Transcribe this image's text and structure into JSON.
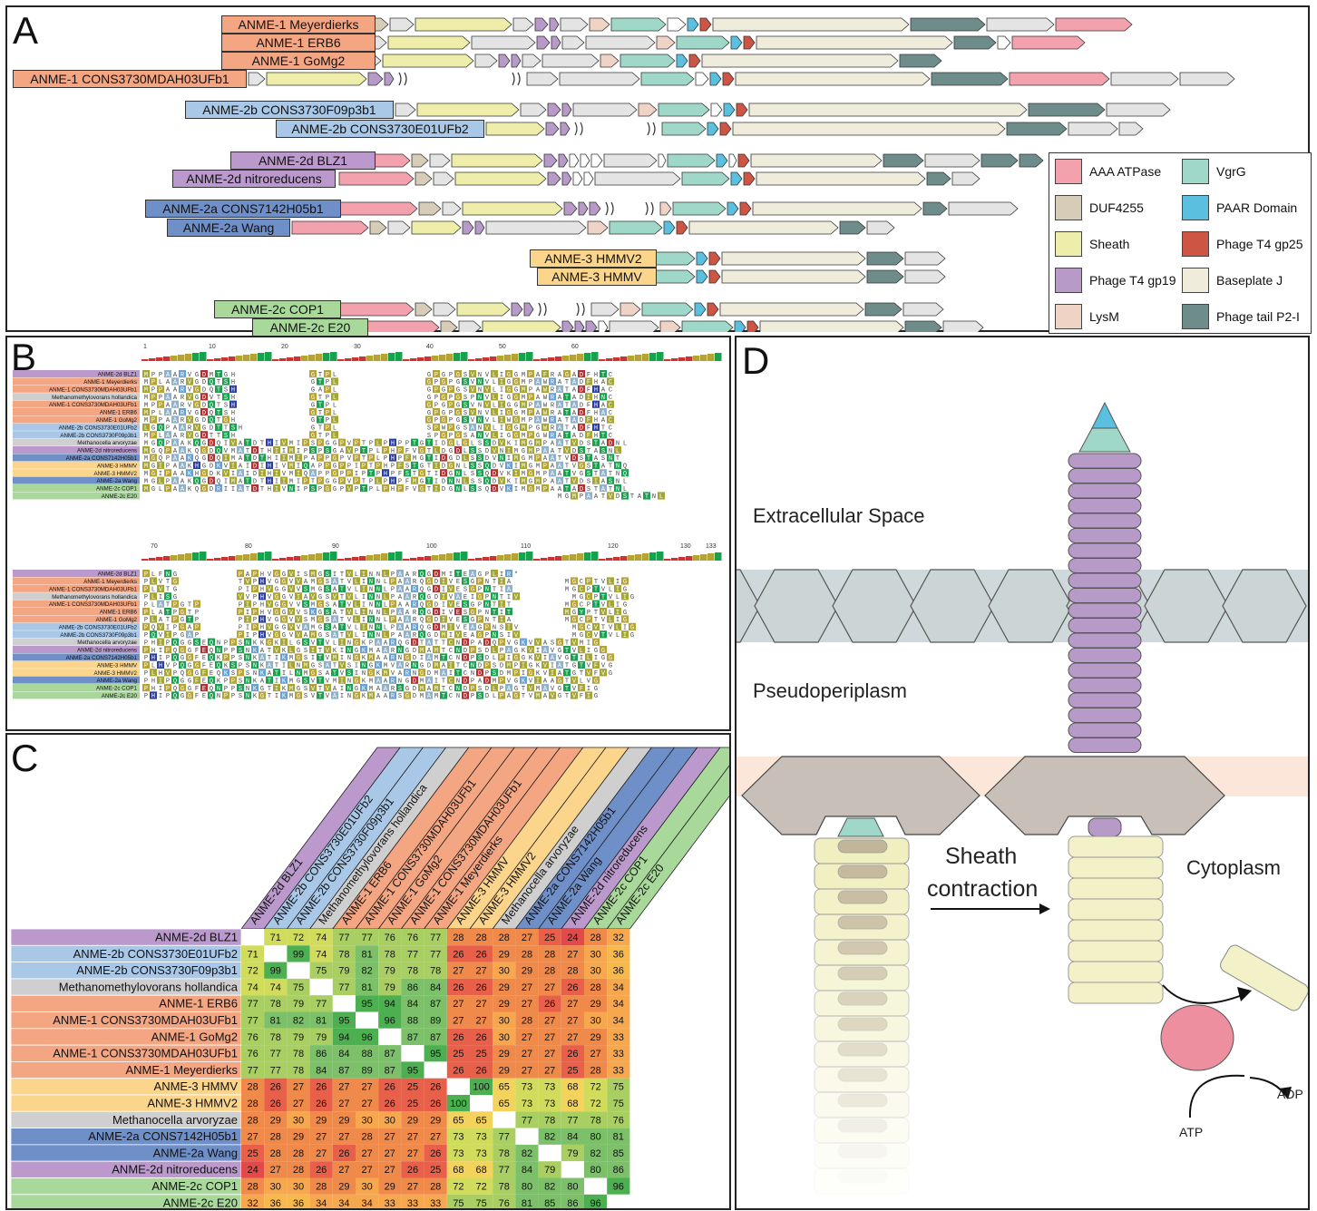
{
  "panel_labels": {
    "a": "A",
    "b": "B",
    "c": "C",
    "d": "D"
  },
  "colors": {
    "aaa": "#f2a1ad",
    "duf": "#d6ccb8",
    "sheath": "#eeeeaa",
    "gp19": "#b79ac8",
    "lysm": "#efd3c4",
    "vgrg": "#9fd8c9",
    "paar": "#5bc0e0",
    "gp25": "#cc5544",
    "baseplate": "#f0ecdc",
    "p2i": "#6e8c8a",
    "grey": "#e4e4e4",
    "anme1": "#f4a582",
    "anme2b": "#a9c8e8",
    "anme2d": "#bb99cc",
    "anme2a": "#6f8fc9",
    "anme3": "#fcd58c",
    "anme2c": "#a8d89a",
    "metha": "#cfcfcf"
  },
  "panelA": {
    "loci": [
      {
        "name": "ANME-1 Meyerdierks",
        "group": "anme1"
      },
      {
        "name": "ANME-1 ERB6",
        "group": "anme1"
      },
      {
        "name": "ANME-1 GoMg2",
        "group": "anme1"
      },
      {
        "name": "ANME-1 CONS3730MDAH03UFb1",
        "group": "anme1"
      },
      {
        "name": "ANME-2b CONS3730F09p3b1",
        "group": "anme2b"
      },
      {
        "name": "ANME-2b CONS3730E01UFb2",
        "group": "anme2b"
      },
      {
        "name": "ANME-2d BLZ1",
        "group": "anme2d"
      },
      {
        "name": "ANME-2d nitroreducens",
        "group": "anme2d"
      },
      {
        "name": "ANME-2a CONS7142H05b1",
        "group": "anme2a"
      },
      {
        "name": "ANME-2a Wang",
        "group": "anme2a"
      },
      {
        "name": "ANME-3 HMMV2",
        "group": "anme3"
      },
      {
        "name": "ANME-3 HMMV",
        "group": "anme3"
      },
      {
        "name": "ANME-2c COP1",
        "group": "anme2c"
      },
      {
        "name": "ANME-2c E20",
        "group": "anme2c"
      }
    ],
    "legend": [
      {
        "label": "AAA ATPase",
        "color": "aaa"
      },
      {
        "label": "VgrG",
        "color": "vgrg"
      },
      {
        "label": "DUF4255",
        "color": "duf"
      },
      {
        "label": "PAAR Domain",
        "color": "paar"
      },
      {
        "label": "Sheath",
        "color": "sheath"
      },
      {
        "label": "Phage T4 gp25",
        "color": "gp25"
      },
      {
        "label": "Phage T4 gp19",
        "color": "gp19"
      },
      {
        "label": "Baseplate J",
        "color": "baseplate"
      },
      {
        "label": "LysM",
        "color": "lysm"
      },
      {
        "label": "Phage tail P2-I",
        "color": "p2i"
      }
    ]
  },
  "panelB": {
    "ruler_top": [
      "1",
      "10",
      "20",
      "30",
      "40",
      "50",
      "60"
    ],
    "ruler_bottom": [
      "70",
      "80",
      "90",
      "100",
      "110",
      "120",
      "130",
      "133"
    ],
    "seqs_top": [
      {
        "name": "ANME-2d BLZ1",
        "group": "anme2d",
        "seq": "MPPAARVGDMTGH          GTPL            GPGPGSVNVLIGGMPAFRAGADFHTC"
      },
      {
        "name": "ANME-1 Meyerdierks",
        "group": "anme1",
        "seq": "MPLAARVGDQTSH          GTPL            GPGPGSVNVLIGGMPAWRATADFHAC"
      },
      {
        "name": "ANME-1 CONS3730MDAH03UFb1",
        "group": "anme1",
        "seq": "MPPAARVGDQTSH          GAPL            GPGPGSVNVLIGGMPAWRATADFHAC"
      },
      {
        "name": "Methanomethylovorans hollandica",
        "group": "metha",
        "seq": "MPPAARVGDVTSH          GTPL            GPGPGSPNVLIGGMPAWRATADIHNC"
      },
      {
        "name": "ANME-1 CONS3730MDAH03UFb1",
        "group": "anme1",
        "seq": "MPPAARVGDQTSH          GTPL            GPGPGSVNVLIGGMPAWRATADFHAC"
      },
      {
        "name": "ANME-1 ERB6",
        "group": "anme1",
        "seq": "MPLAARVGDQTSH          GTPL            GPGPGSVNVLIGGMPAWRATADFHAC"
      },
      {
        "name": "ANME-1 GoMg2",
        "group": "anme1",
        "seq": "MPPAARVGDQTGH          GTPL            GPGPGSVNVLIWGMPAWRATADFHAC"
      },
      {
        "name": "ANME-2b CONS3730E01UFb2",
        "group": "anme2b",
        "seq": "LGQPAARVGDTTSH         GTPL            SPWPGSANVLIGGMPGWRATADFHTC"
      },
      {
        "name": "ANME-2b CONS3730F09p3b1",
        "group": "anme2b",
        "seq": "MPLAARVGDTTSH          GTPL            SPGPGSANVLIGGMPGWRATADFHTC"
      },
      {
        "name": "Methanocella arvoryzae",
        "group": "metha",
        "seq": "MGQPAAKQGDQIVATDTHIVMIPSPGGPVPTPLPHPPTGTIDGLGLSSDVKIMGMPAATVDSTADNL"
      },
      {
        "name": "ANME-2d nitroreducens",
        "group": "anme2d",
        "seq": "MGQPAAKQGDQVMATDTHIIMIPSPSGAVPTPLPHPFVGTLDGDLSSDVNIMGMPAATVDSTASNL"
      },
      {
        "name": "ANME-2a CONS7142H05b1",
        "group": "anme2a",
        "seq": "MGQPAAKQGDQIMATDTHIIMIPAPPGPVPTPLPHPFMGTIDGDLSSDVNIMGMPAATVDSTASNT"
      },
      {
        "name": "ANME-3 HMMV",
        "group": "anme3",
        "seq": "MGIPAAKHGDKVIAIDIHIVMIQAPPGPPIPTPHPFSTGTIDGNLSSQDVKIMGMPAATVGSTATNQ"
      },
      {
        "name": "ANME-3 HMMV2",
        "group": "anme3",
        "seq": "MGIPAAKHGDKVIAIDIHIVMIQAPPGPPIPTPHPFSTGTIDGNLSSQDVKIMGMPAATVGSTATNQ"
      },
      {
        "name": "ANME-2a Wang",
        "group": "anme2a",
        "seq": "MGLPAAKQGDQIMATDTHIIMIPTPGGPVPTPLPHPFMGTIDNNLSSQDVKIMGMPAATVDSIASNL"
      },
      {
        "name": "ANME-2c COP1",
        "group": "anme2c",
        "seq": "MGLPAAKQGDRIIATDTHIVNIPSPGGPVPTPLPHPFVGTIDGNLSSQDVKIMGMPAATADSTATNL"
      },
      {
        "name": "ANME-2c E20",
        "group": "anme2c",
        "seq": "                                                         MGMPAATVDSTATNL"
      }
    ],
    "seqs_bottom": [
      {
        "name": "ANME-2d BLZ1",
        "group": "anme2d",
        "seq": "PLFNG        PAPHVGGVISMGSITVLINNLPAARQGDMITEAGPLIR*"
      },
      {
        "name": "ANME-1 Meyerdierks",
        "group": "anme1",
        "seq": "PLVTG        TVPHVGGVVAMGSATVLINNLPAARQGDIVESGPNTIA       MGCPTVLIG"
      },
      {
        "name": "ANME-1 CONS3730MDAH03UFb1",
        "group": "anme1",
        "seq": "PLVTG        PIPHVGGVVSMGSATVLINNLPAARQGDIVESGPNTIA       MGCPTVLIG"
      },
      {
        "name": "Methanomethylovorans hollandica",
        "group": "metha",
        "seq": "PLISG        VVPHVGGVIAVGSVTVLINNLPAARQGDIVAEIGPNTIV       MGCPTVLIG"
      },
      {
        "name": "ANME-1 CONS3730MDAH03UFb1",
        "group": "anme1",
        "seq": "PLATPGTP     PIPHVGGVVSMGSATVLINNLPAARQGDIVESGPNTIT       MGCPTVLIG"
      },
      {
        "name": "ANME-1 ERB6",
        "group": "anme1",
        "seq": "PLATPGTP     PIPHVGGVVSKGSATVLINNLPAARQGDIVESGPNTIT       MGYPTVLIG"
      },
      {
        "name": "ANME-1 GoMg2",
        "group": "anme1",
        "seq": "PLATPGTP     PIPHVGGVVSMGSATVLINNLPAARQGDIVESGPNTIA       MGCPTVLIG"
      },
      {
        "name": "ANME-2b CONS3730E01UFb2",
        "group": "anme2b",
        "seq": "PQVIPGAP     PIPHVGGVVAMGSATVLINNLPAARQGDMIVEAGPNSIV       MGCVTVLIG"
      },
      {
        "name": "ANME-2b CONS3730F09p3b1",
        "group": "anme2b",
        "seq": "PQVIPGAP     PIPHVGGVVAMGSATVLINNLPAARQGDMIVEAGPNSIV       MGCVTVLIG"
      },
      {
        "name": "Methanocella arvoryzae",
        "group": "metha",
        "seq": "PHIPQGGSEQNPPSNKKGKILGSVTVLINGKPAARQGDTATTCNDPADQPVGKVVASGTVMIG"
      },
      {
        "name": "ANME-2d nitroreducens",
        "group": "anme2d",
        "seq": "PHIPQGGFEQNPPSNKATVKLGSITVKINGKMAARNGDMAMTCNDPSDLPAGKVIAVGTVLIGG"
      },
      {
        "name": "ANME-2a CONS7142H05b1",
        "group": "anme2a",
        "seq": "PHIPQGGFEQKPPSNKATIKMGSITVMINGKMAARNGDIAMTCNDPSDLPIGGKVIAVGTILIGG"
      },
      {
        "name": "ANME-3 HMMV",
        "group": "anme3",
        "seq": "PLHVPQGGFEQKSPSNKATILNMGSATVSINGKMVARNGDMAITCNDPSDMPIGKVIATGTVFVG"
      },
      {
        "name": "ANME-3 HMMV2",
        "group": "anme3",
        "seq": "PLHVPQGGFEQKSPSNKATILNMGSATVSINGKMVARNGDMAITCNDPSDMPIGKVIATGTVFVG"
      },
      {
        "name": "ANME-2a Wang",
        "group": "anme2a",
        "seq": "PHIPQGGFEQKPPSNKATIKMGSVTVMINGKMAARNGDMAITCNDPADMPVGKVIAAGTVLVG"
      },
      {
        "name": "ANME-2c COP1",
        "group": "anme2c",
        "seq": "PHIPQGGFEQNPPSNKGTIKMGSVTVAINGKMAARSGDMAMTCNDPSDLPAGTVMAVGTVFIG"
      },
      {
        "name": "ANME-2c E20",
        "group": "anme2c",
        "seq": "PHIPQGGFEQNPPSNKGTIKMGSVTVAINGKMAARSGDMAMTCNDPSDLPAGTVMAVGTVFIG"
      }
    ]
  },
  "panelC": {
    "columns": [
      {
        "name": "ANME-2d BLZ1",
        "group": "anme2d"
      },
      {
        "name": "ANME-2b CONS3730E01UFb2",
        "group": "anme2b"
      },
      {
        "name": "ANME-2b CONS3730F09p3b1",
        "group": "anme2b"
      },
      {
        "name": "Methanomethylovorans hollandica",
        "group": "metha"
      },
      {
        "name": "ANME-1 ERB6",
        "group": "anme1"
      },
      {
        "name": "ANME-1 CONS3730MDAH03UFb1",
        "group": "anme1"
      },
      {
        "name": "ANME-1 GoMg2",
        "group": "anme1"
      },
      {
        "name": "ANME-1 CONS3730MDAH03UFb1",
        "group": "anme1"
      },
      {
        "name": "ANME-1 Meyerdierks",
        "group": "anme1"
      },
      {
        "name": "ANME-3 HMMV",
        "group": "anme3"
      },
      {
        "name": "ANME-3 HMMV2",
        "group": "anme3"
      },
      {
        "name": "Methanocella arvoryzae",
        "group": "metha"
      },
      {
        "name": "ANME-2a CONS7142H05b1",
        "group": "anme2a"
      },
      {
        "name": "ANME-2a Wang",
        "group": "anme2a"
      },
      {
        "name": "ANME-2d nitroreducens",
        "group": "anme2d"
      },
      {
        "name": "ANME-2c COP1",
        "group": "anme2c"
      },
      {
        "name": "ANME-2c E20",
        "group": "anme2c"
      }
    ]
  },
  "chart_data": {
    "type": "heatmap",
    "title": "",
    "rows": [
      "ANME-2d BLZ1",
      "ANME-2b CONS3730E01UFb2",
      "ANME-2b CONS3730F09p3b1",
      "Methanomethylovorans hollandica",
      "ANME-1 ERB6",
      "ANME-1 CONS3730MDAH03UFb1",
      "ANME-1 GoMg2",
      "ANME-1 CONS3730MDAH03UFb1",
      "ANME-1 Meyerdierks",
      "ANME-3 HMMV",
      "ANME-3 HMMV2",
      "Methanocella arvoryzae",
      "ANME-2a CONS7142H05b1",
      "ANME-2a Wang",
      "ANME-2d nitroreducens",
      "ANME-2c COP1",
      "ANME-2c E20"
    ],
    "values": [
      [
        null,
        71,
        72,
        74,
        77,
        77,
        76,
        76,
        77,
        28,
        28,
        28,
        27,
        25,
        24,
        28,
        32
      ],
      [
        71,
        null,
        99,
        74,
        78,
        81,
        78,
        77,
        77,
        26,
        26,
        29,
        28,
        28,
        27,
        30,
        36
      ],
      [
        72,
        99,
        null,
        75,
        79,
        82,
        79,
        78,
        78,
        27,
        27,
        30,
        29,
        28,
        28,
        30,
        36
      ],
      [
        74,
        74,
        75,
        null,
        77,
        81,
        79,
        86,
        84,
        26,
        26,
        29,
        27,
        27,
        26,
        28,
        34
      ],
      [
        77,
        78,
        79,
        77,
        null,
        95,
        94,
        84,
        87,
        27,
        27,
        29,
        27,
        26,
        27,
        29,
        34
      ],
      [
        77,
        81,
        82,
        81,
        95,
        null,
        96,
        88,
        89,
        27,
        27,
        30,
        28,
        27,
        27,
        30,
        34
      ],
      [
        76,
        78,
        79,
        79,
        94,
        96,
        null,
        87,
        87,
        26,
        26,
        30,
        27,
        27,
        27,
        29,
        33
      ],
      [
        76,
        77,
        78,
        86,
        84,
        88,
        87,
        null,
        95,
        25,
        25,
        29,
        27,
        27,
        26,
        27,
        33
      ],
      [
        77,
        77,
        78,
        84,
        87,
        89,
        87,
        95,
        null,
        26,
        26,
        29,
        27,
        27,
        25,
        28,
        33
      ],
      [
        28,
        26,
        27,
        26,
        27,
        27,
        26,
        25,
        26,
        null,
        100,
        65,
        73,
        73,
        68,
        72,
        75
      ],
      [
        28,
        26,
        27,
        26,
        27,
        27,
        26,
        25,
        26,
        100,
        null,
        65,
        73,
        73,
        68,
        72,
        75
      ],
      [
        28,
        29,
        30,
        29,
        29,
        30,
        30,
        29,
        29,
        65,
        65,
        null,
        77,
        78,
        77,
        78,
        76
      ],
      [
        27,
        28,
        29,
        27,
        27,
        28,
        27,
        27,
        27,
        73,
        73,
        77,
        null,
        82,
        84,
        80,
        81
      ],
      [
        25,
        28,
        28,
        27,
        26,
        27,
        27,
        27,
        26,
        73,
        73,
        78,
        82,
        null,
        79,
        82,
        85
      ],
      [
        24,
        27,
        28,
        26,
        27,
        27,
        27,
        26,
        25,
        68,
        68,
        77,
        84,
        79,
        null,
        80,
        86
      ],
      [
        28,
        30,
        30,
        28,
        29,
        30,
        29,
        27,
        28,
        72,
        72,
        78,
        80,
        82,
        80,
        null,
        96
      ],
      [
        32,
        36,
        36,
        34,
        34,
        34,
        33,
        33,
        33,
        75,
        75,
        76,
        81,
        85,
        86,
        96,
        null
      ]
    ]
  },
  "panelD": {
    "extracellular": "Extracellular Space",
    "pseudoperiplasm": "Pseudoperiplasm",
    "sheath_contraction_line1": "Sheath",
    "sheath_contraction_line2": "contraction",
    "cytoplasm": "Cytoplasm",
    "atp": "ATP",
    "adp": "ADP"
  }
}
